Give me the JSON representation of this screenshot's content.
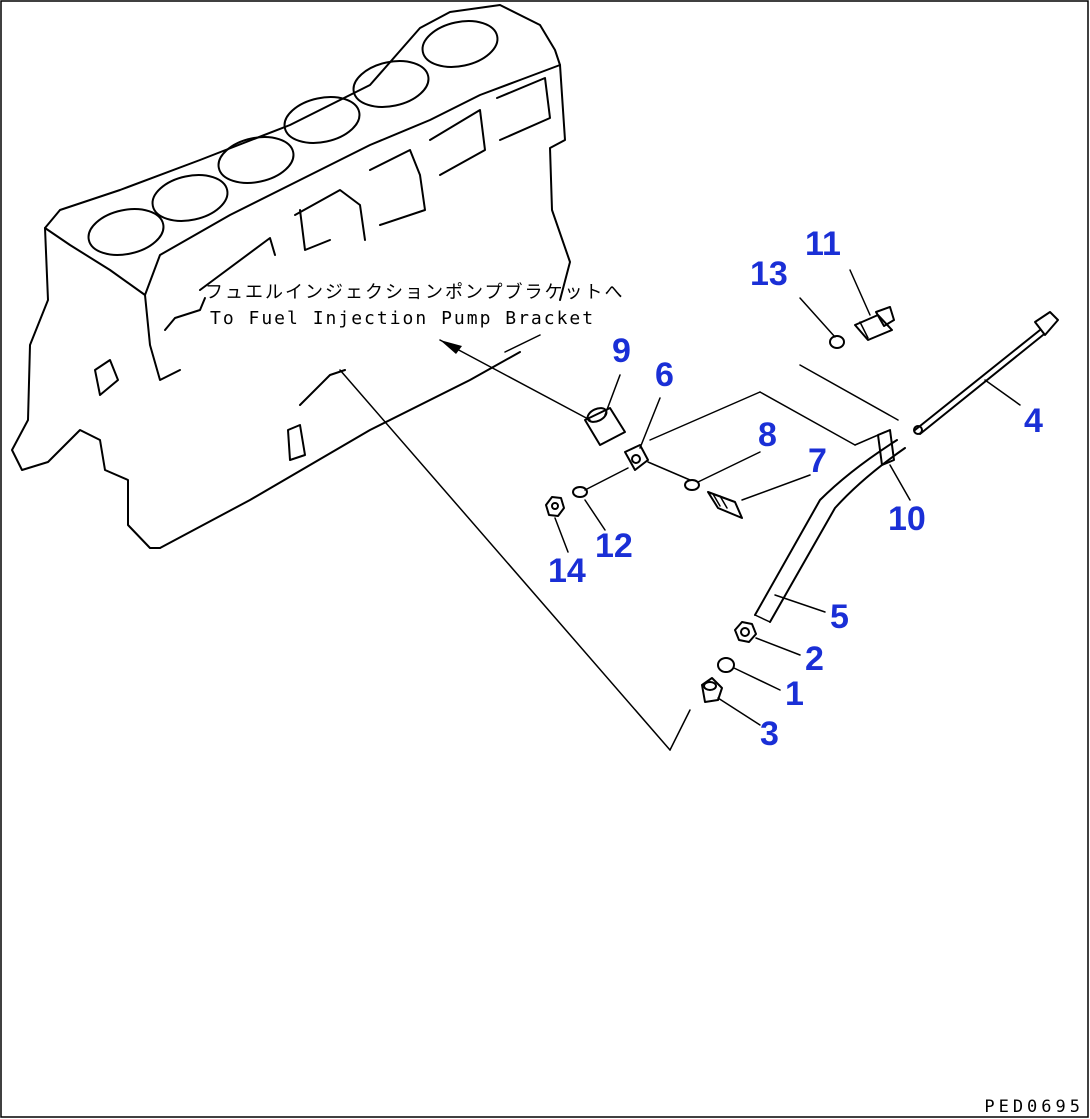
{
  "notes": {
    "japanese": "フュエルインジェクションポンプブラケットへ",
    "english": "To Fuel Injection Pump Bracket"
  },
  "drawing_code": "PED0695",
  "part_numbers": {
    "p1": "1",
    "p2": "2",
    "p3": "3",
    "p4": "4",
    "p5": "5",
    "p6": "6",
    "p7": "7",
    "p8": "8",
    "p9": "9",
    "p10": "10",
    "p11": "11",
    "p12": "12",
    "p13": "13",
    "p14": "14"
  },
  "colors": {
    "callout": "#1a2fd6",
    "line": "#000000",
    "background": "#ffffff"
  }
}
